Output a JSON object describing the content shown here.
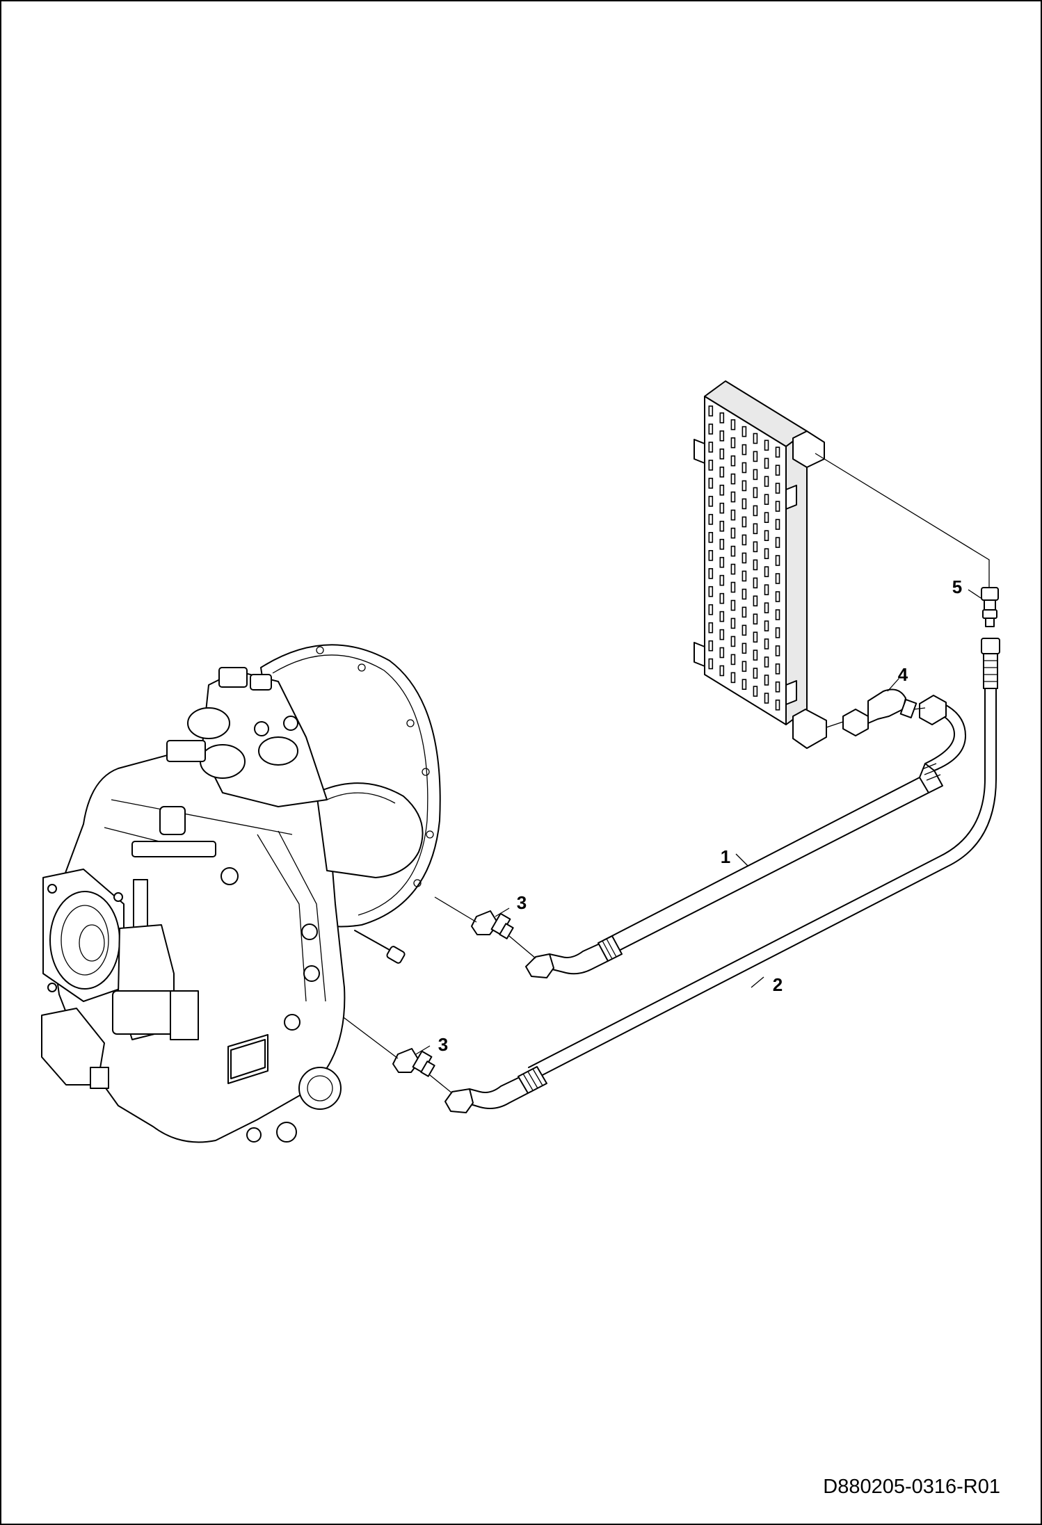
{
  "drawing": {
    "drawing_number": "D880205-0316-R01",
    "callouts": [
      {
        "id": "callout-1",
        "label": "1"
      },
      {
        "id": "callout-2",
        "label": "2"
      },
      {
        "id": "callout-3a",
        "label": "3"
      },
      {
        "id": "callout-3b",
        "label": "3"
      },
      {
        "id": "callout-4",
        "label": "4"
      },
      {
        "id": "callout-5",
        "label": "5"
      }
    ]
  }
}
